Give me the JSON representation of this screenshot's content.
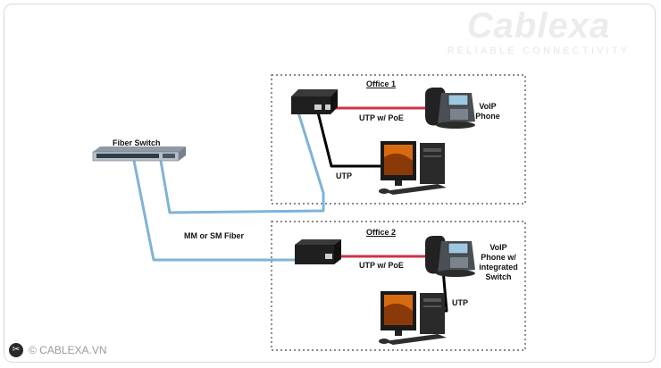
{
  "brand": {
    "name": "Cablexa",
    "tagline": "RELIABLE CONNECTIVITY"
  },
  "copyright": "© CABLEXA.VN",
  "fiber_switch": {
    "label": "Fiber Switch"
  },
  "fiber_cable": {
    "label": "MM or SM Fiber"
  },
  "office1": {
    "title": "Office 1",
    "poe_label": "UTP w/ PoE",
    "utp_label": "UTP",
    "phone_label_lines": [
      "VoIP",
      "Phone"
    ]
  },
  "office2": {
    "title": "Office 2",
    "poe_label": "UTP w/ PoE",
    "utp_label": "UTP",
    "phone_label_lines": [
      "VoIP",
      "Phone w/",
      "integrated",
      "Switch"
    ]
  },
  "colors": {
    "fiber": "#7fb3d6",
    "poe": "#c8344a",
    "utp": "#000000",
    "office_border": "#444444"
  }
}
